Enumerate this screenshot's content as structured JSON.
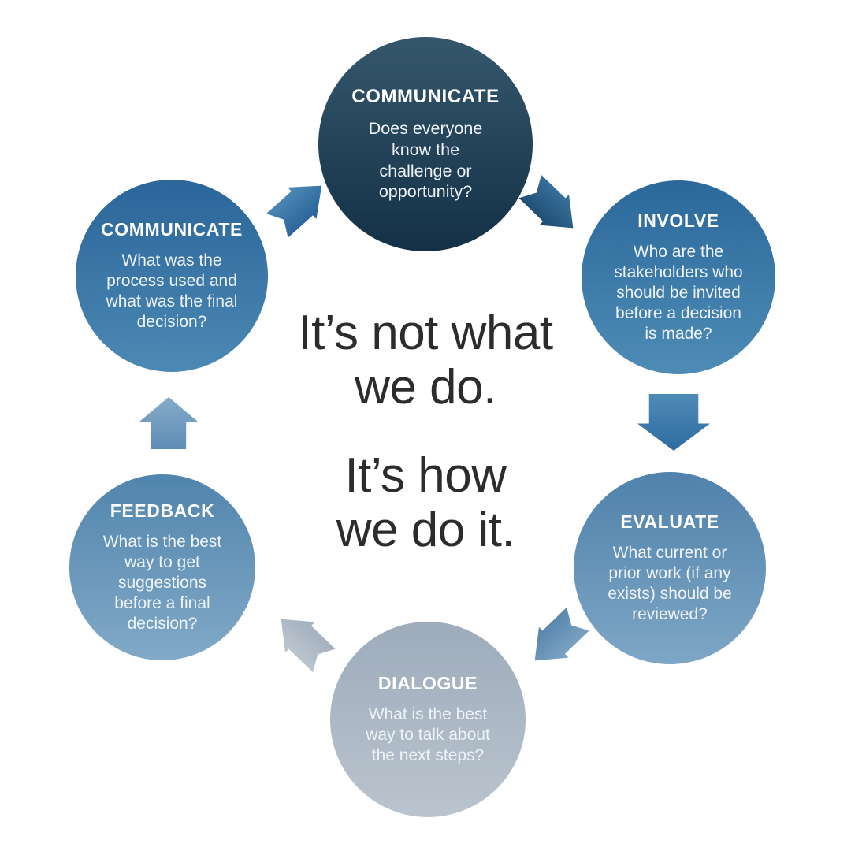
{
  "background": "#ffffff",
  "center_quote": {
    "color": "#2d2c2b",
    "block1": [
      "It’s not what",
      "we do."
    ],
    "block2": [
      "It’s how",
      "we do it."
    ]
  },
  "steps": [
    {
      "key": "communicate-top",
      "title": "COMMUNICATE",
      "text": "Does everyone know the challenge or opportunity?",
      "fill": [
        "#35576c",
        "#133046"
      ]
    },
    {
      "key": "involve",
      "title": "INVOLVE",
      "text": "Who are the stakeholders who should be invited before a decision is made?",
      "fill": [
        "#2b689b",
        "#4e8cb6"
      ]
    },
    {
      "key": "evaluate",
      "title": "EVALUATE",
      "text": "What current or prior work (if any exists) should be reviewed?",
      "fill": [
        "#5082ab",
        "#7ea6c5"
      ]
    },
    {
      "key": "dialogue",
      "title": "DIALOGUE",
      "text": "What is the best way to talk about the next steps?",
      "fill": [
        "#9dabbb",
        "#bac4ce"
      ]
    },
    {
      "key": "feedback",
      "title": "FEEDBACK",
      "text": "What is the best way to get suggestions before a final decision?",
      "fill": [
        "#5185ad",
        "#82a9c7"
      ]
    },
    {
      "key": "communicate-left",
      "title": "COMMUNICATE",
      "text": "What was the process used and what was the final decision?",
      "fill": [
        "#2b659a",
        "#4c89b4"
      ]
    }
  ],
  "arrows": [
    {
      "key": "ne",
      "direction": "up-right",
      "colors": [
        "#4f8bb9",
        "#276197"
      ]
    },
    {
      "key": "se",
      "direction": "down-right",
      "colors": [
        "#3a74a1",
        "#1d4a6e"
      ]
    },
    {
      "key": "down",
      "direction": "down",
      "colors": [
        "#4f8bb9",
        "#2e6c9f"
      ]
    },
    {
      "key": "sw",
      "direction": "down-left",
      "colors": [
        "#7fa5c4",
        "#5583ab"
      ]
    },
    {
      "key": "nw",
      "direction": "up-left",
      "colors": [
        "#bec7d1",
        "#a2aebc"
      ]
    },
    {
      "key": "up",
      "direction": "up",
      "colors": [
        "#86abc9",
        "#5e8db5"
      ]
    }
  ]
}
